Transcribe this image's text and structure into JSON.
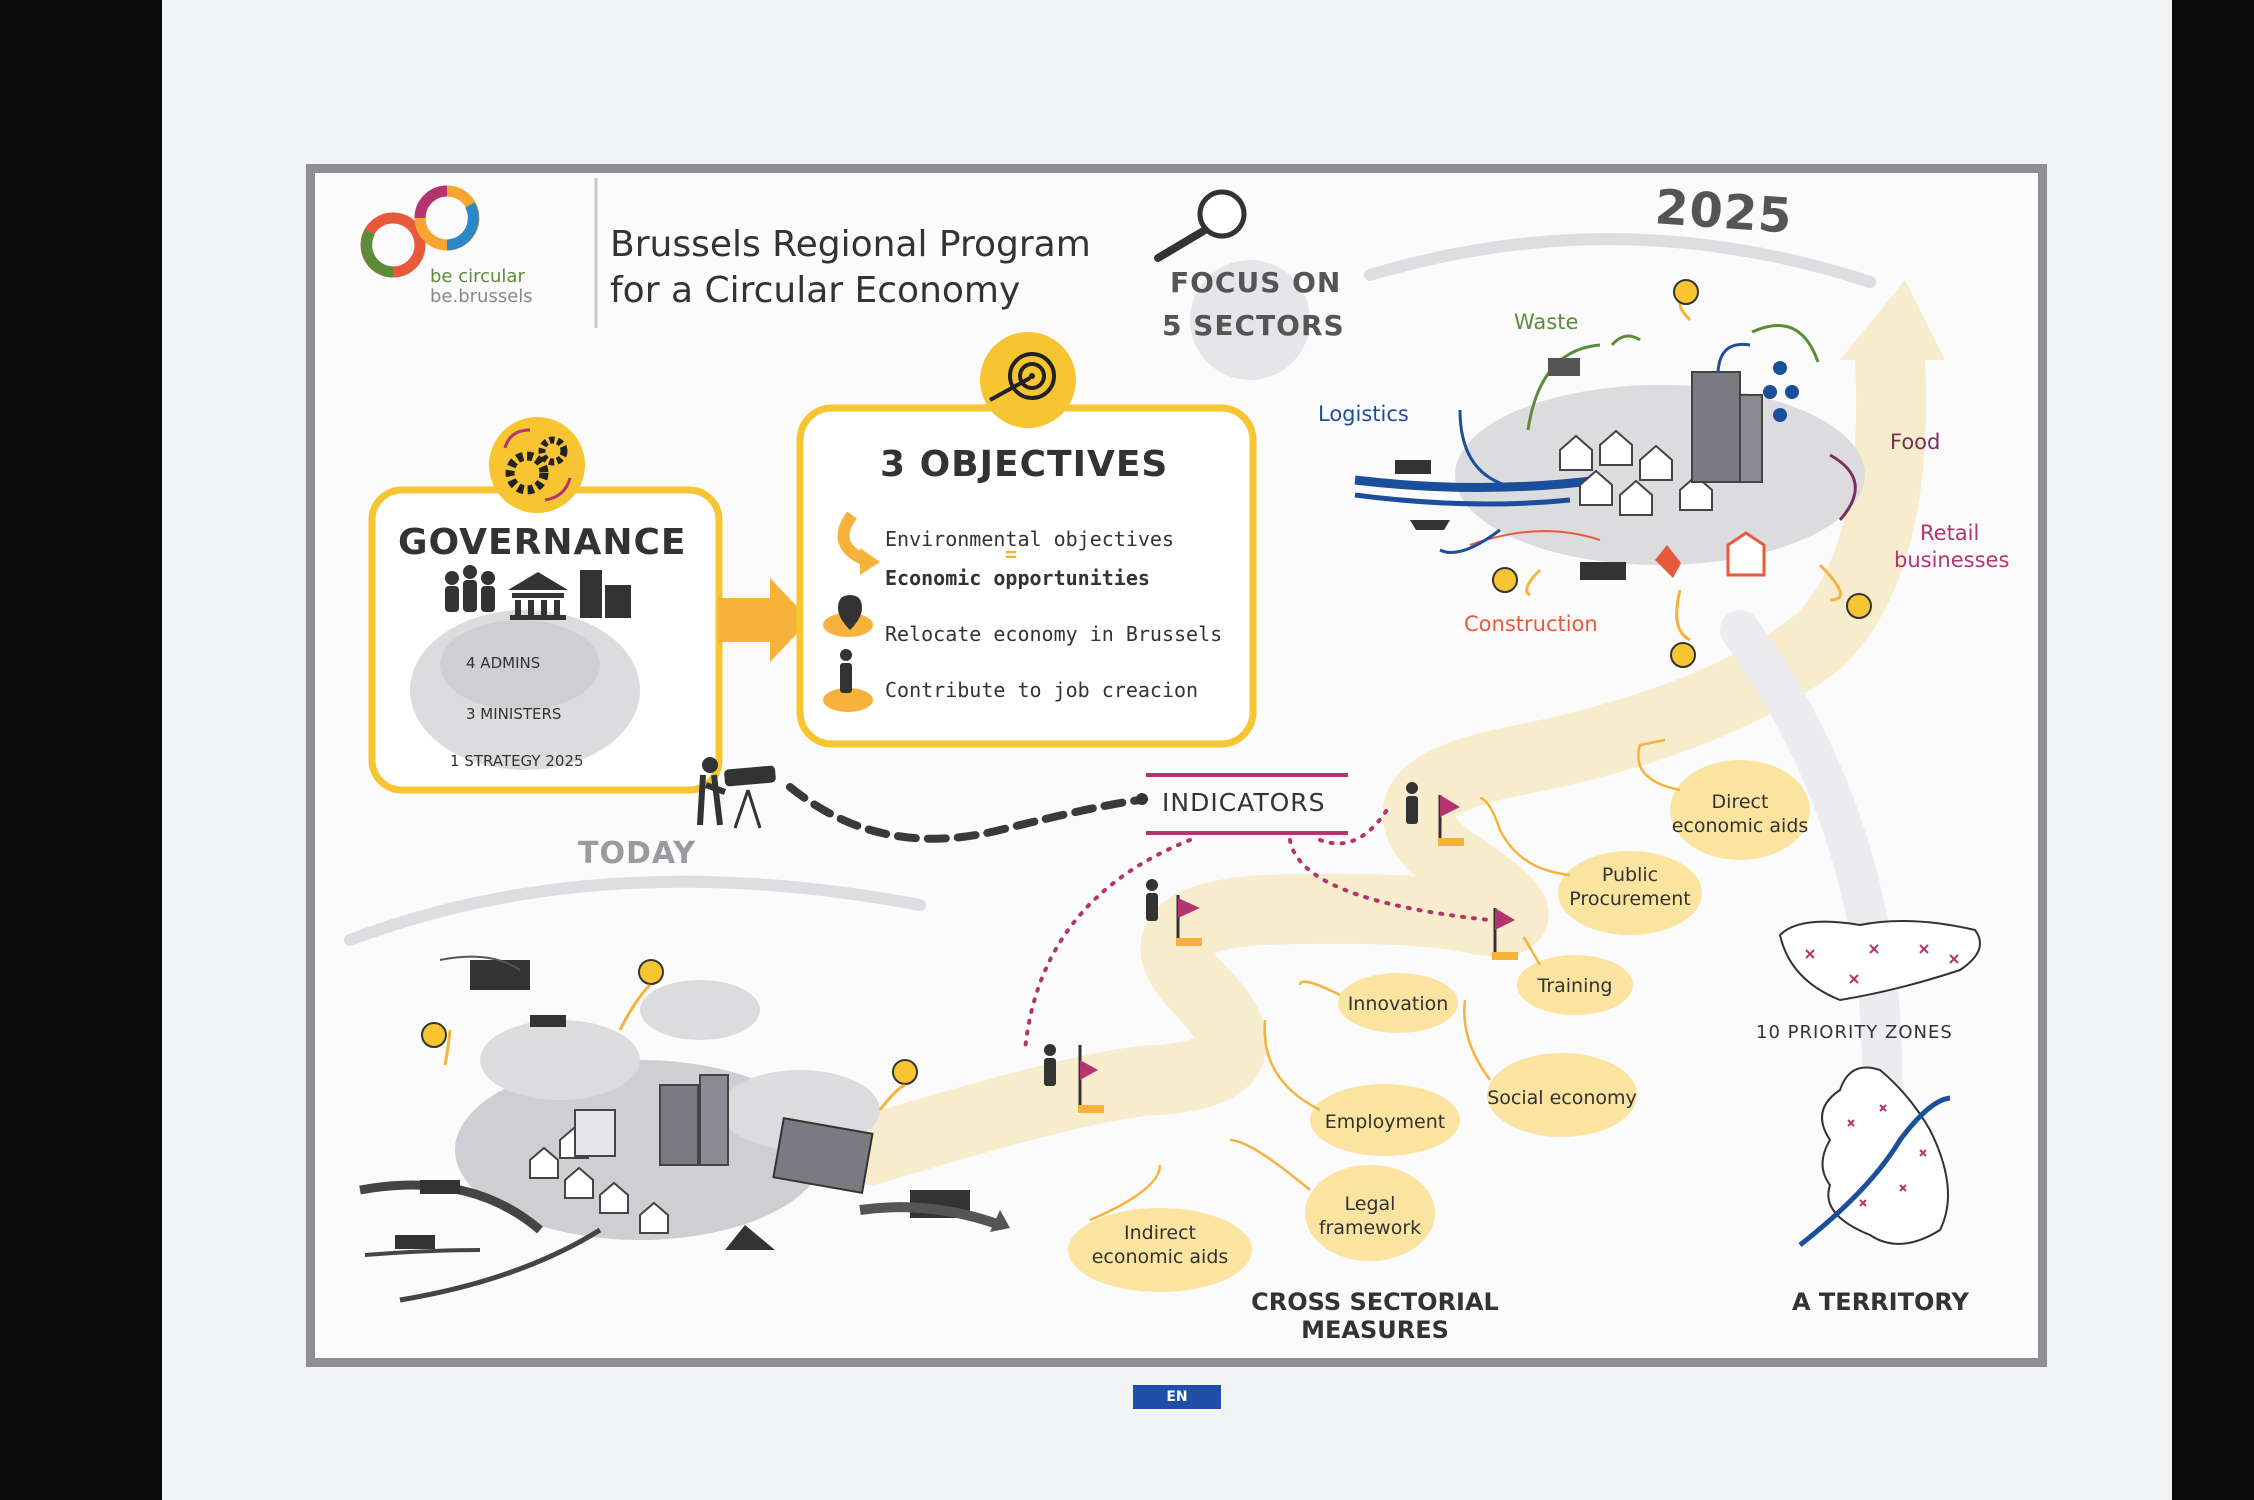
{
  "logo": {
    "line1": "be circular",
    "line2": "be.brussels"
  },
  "title": {
    "line1": "Brussels Regional Program",
    "line2": "for a Circular Economy"
  },
  "focus": {
    "line1": "FOCUS ON",
    "line2": "5 SECTORS"
  },
  "year_2025": "2025",
  "today": "TODAY",
  "governance": {
    "title": "GOVERNANCE",
    "levels": [
      "4 ADMINS",
      "3 MINISTERS",
      "1 STRATEGY 2025"
    ]
  },
  "objectives": {
    "title": "3 OBJECTIVES",
    "env": "Environmental objectives",
    "equals": "=",
    "econ": "Economic opportunities",
    "relocate": "Relocate economy in Brussels",
    "jobs": "Contribute to job creacion"
  },
  "sectors": {
    "waste": "Waste",
    "logistics": "Logistics",
    "food": "Food",
    "retail_1": "Retail",
    "retail_2": "businesses",
    "construction": "Construction"
  },
  "indicators": "INDICATORS",
  "measures": {
    "direct_1": "Direct",
    "direct_2": "economic aids",
    "public_1": "Public",
    "public_2": "Procurement",
    "training": "Training",
    "innovation": "Innovation",
    "social": "Social economy",
    "employment": "Employment",
    "legal_1": "Legal",
    "legal_2": "framework",
    "indirect_1": "Indirect",
    "indirect_2": "economic aids"
  },
  "cross_sectorial": {
    "line1": "CROSS SECTORIAL",
    "line2": "MEASURES"
  },
  "priority_zones": "10 PRIORITY ZONES",
  "territory": "A TERRITORY",
  "language_badge": "EN",
  "colors": {
    "yellow": "#f7c531",
    "blob": "#fbe3a0",
    "magenta": "#b5346f",
    "blue": "#1b4f9c",
    "green": "#5b8c3a",
    "orange": "#e8593c",
    "purple": "#7a2f58"
  }
}
